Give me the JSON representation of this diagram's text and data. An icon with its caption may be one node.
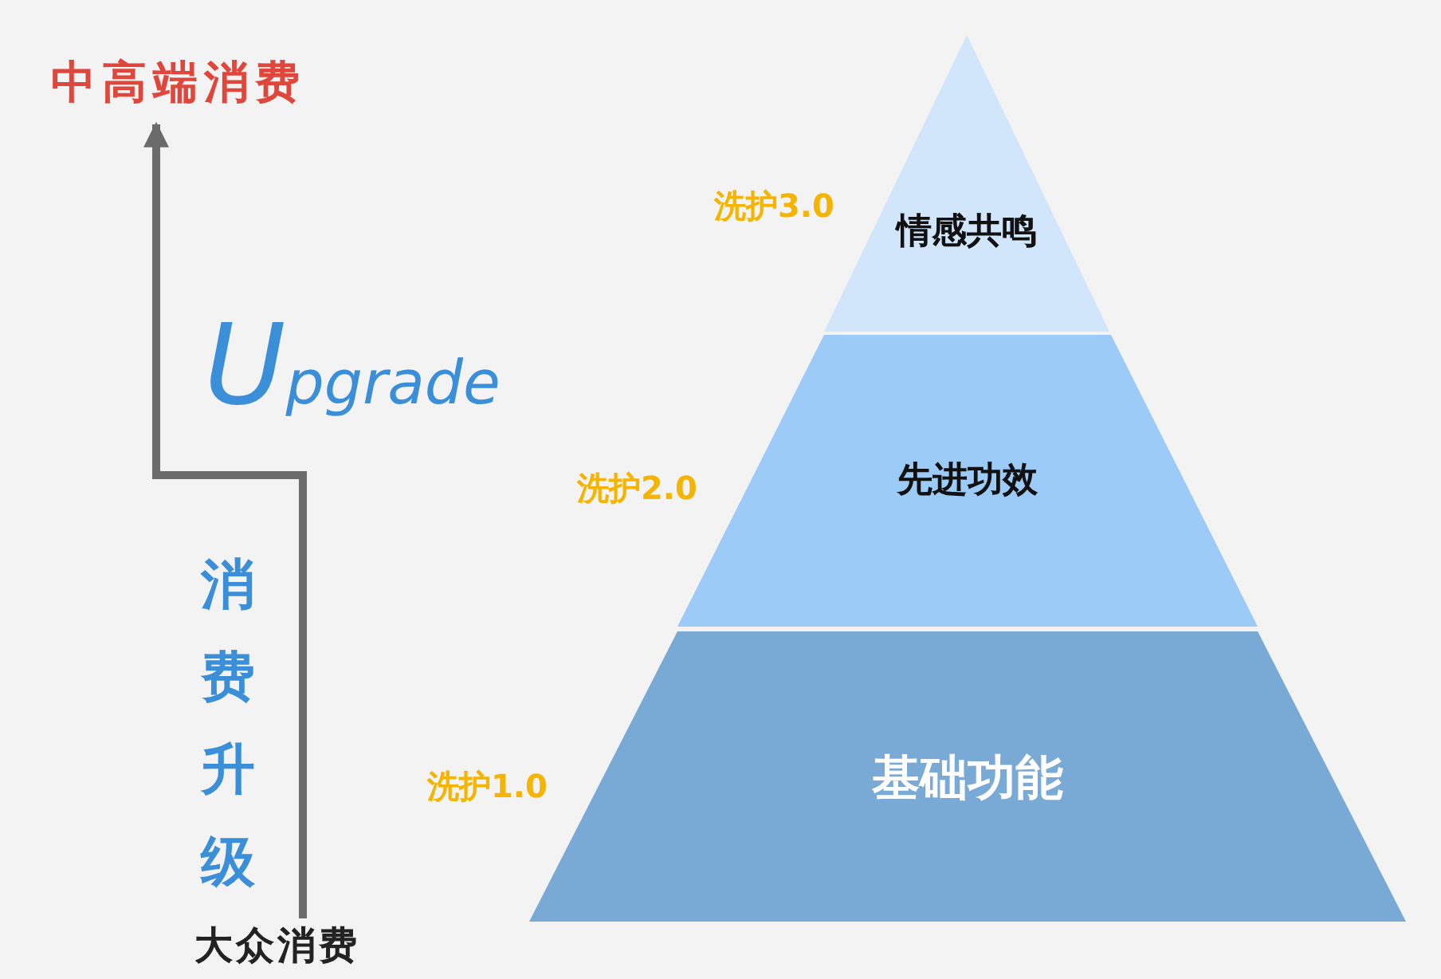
{
  "diagram": {
    "nodes": [
      {
        "text": [
          "中高端消费"
        ]
      },
      {
        "text": [
          "大众消费"
        ]
      },
      {
        "text": [
          "情感共鸣"
        ],
        "beside": [
          "洗护3.0"
        ]
      },
      {
        "text": [
          "先进功效"
        ],
        "beside": [
          "洗护2.0"
        ]
      },
      {
        "text": [
          "基础功能"
        ],
        "beside": [
          "洗护1.0"
        ]
      }
    ],
    "edges": [
      {
        "from": 1,
        "to": 0,
        "arrow": "to"
      }
    ],
    "labels": [
      "Upgrade",
      "消费升级"
    ]
  }
}
